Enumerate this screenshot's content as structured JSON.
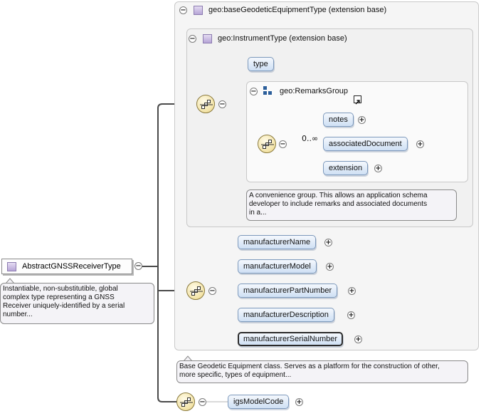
{
  "root": {
    "label": "AbstractGNSSReceiverType",
    "doc": [
      "Instantiable, non-substitutible, global",
      "complex type representing a GNSS",
      "Receiver uniquely-identified by a serial",
      "number..."
    ]
  },
  "outer_ext": {
    "title": "geo:baseGeodeticEquipmentType (extension base)"
  },
  "inner_ext": {
    "title": "geo:InstrumentType (extension base)"
  },
  "type_elem": "type",
  "remarks_group": {
    "title": "geo:RemarksGroup",
    "cardinality": "0..∞",
    "elements": [
      "notes",
      "associatedDocument",
      "extension"
    ],
    "doc": [
      "A convenience group. This allows an application schema",
      "developer to include remarks and associated documents",
      "in a..."
    ]
  },
  "equipment_elements": [
    "manufacturerName",
    "manufacturerModel",
    "manufacturerPartNumber",
    "manufacturerDescription",
    "manufacturerSerialNumber"
  ],
  "base_doc": [
    "Base Geodetic Equipment class. Serves as a platform for the construction of other,",
    "more specific, types of equipment..."
  ],
  "receiver_elements": [
    "igsModelCode"
  ],
  "symbols": {
    "collapse": "−",
    "expand": "+"
  },
  "icons": {
    "type_icon": "purple-square-icon",
    "group_icon": "group-icon",
    "sequence_icon": "sequence-compositor-icon",
    "link_icon": "external-link-icon"
  },
  "colors": {
    "element_fill": "#cfe0f4",
    "element_border": "#7c98bb",
    "type_icon": "#b6a5d6",
    "compositor": "#f3e3a6",
    "connector": "#4a4a4a"
  }
}
